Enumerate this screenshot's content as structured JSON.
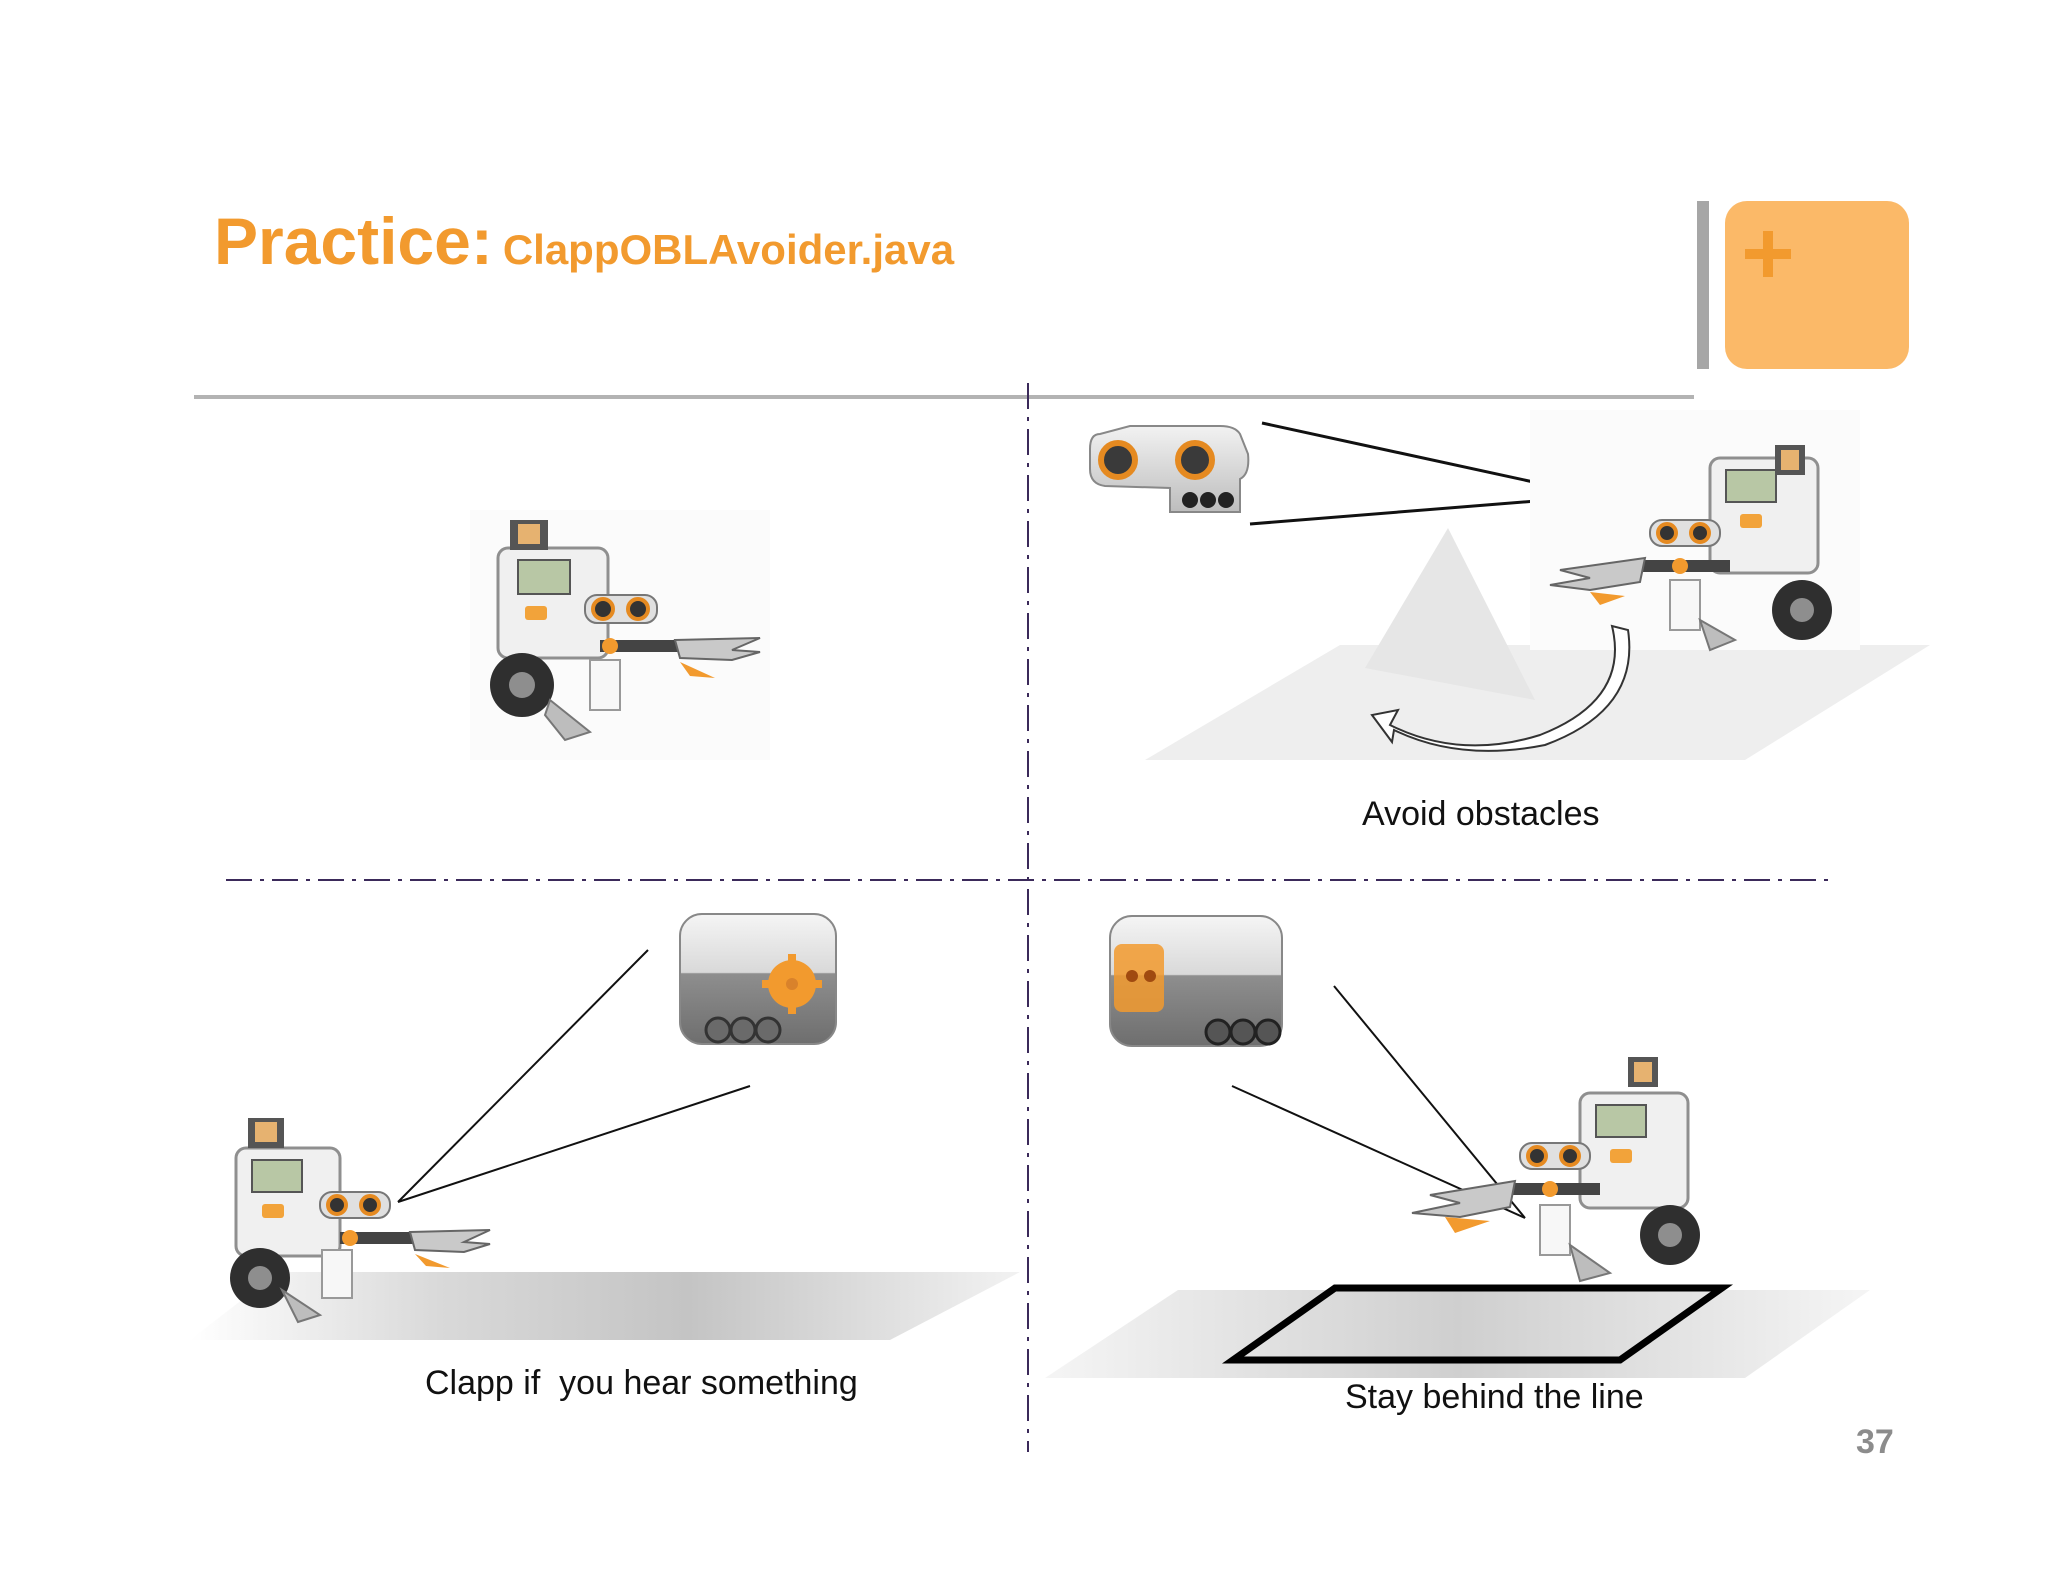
{
  "slide": {
    "title": "Practice:",
    "subtitle": "ClappOBLAvoider.java",
    "page_number": "37",
    "colors": {
      "title": "#f29a2e",
      "accent_box": "#fbb968",
      "plus": "#f29a2e",
      "rule": "#b3b3b3",
      "divider": "#3b2a5a"
    },
    "icons": [
      "plus-icon"
    ]
  },
  "quadrants": {
    "top_right": {
      "caption": "Avoid obstacles"
    },
    "bottom_left": {
      "caption": "Clapp if  you hear something"
    },
    "bottom_right": {
      "caption": "Stay behind the line"
    }
  }
}
